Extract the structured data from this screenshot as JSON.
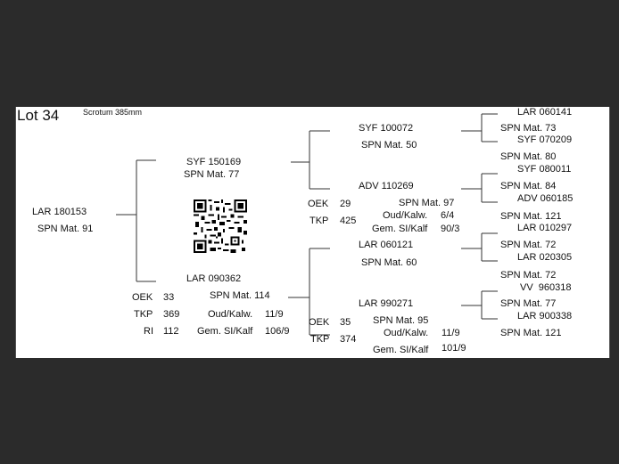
{
  "header": {
    "lot": "Lot 34",
    "scrotum": "Scrotum 385mm"
  },
  "root": {
    "name": "LAR 180153",
    "spn": "SPN Mat. 91"
  },
  "sire": {
    "name": "SYF 150169",
    "spn": "SPN Mat. 77"
  },
  "dam": {
    "name": "LAR 090362",
    "spn": "SPN Mat. 114",
    "oek_label": "OEK",
    "oek": "33",
    "tkp_label": "TKP",
    "tkp": "369",
    "ri_label": "RI",
    "ri": "112",
    "oud_label": "Oud/Kalw.",
    "oud": "11/9",
    "gem_label": "Gem. SI/Kalf",
    "gem": "106/9"
  },
  "ss": {
    "name": "SYF 100072",
    "spn": "SPN Mat. 50"
  },
  "sd": {
    "name": "ADV 110269",
    "spn": "SPN Mat. 97",
    "oek_label": "OEK",
    "oek": "29",
    "tkp_label": "TKP",
    "tkp": "425",
    "oud_label": "Oud/Kalw.",
    "oud": "6/4",
    "gem_label": "Gem. SI/Kalf",
    "gem": "90/3"
  },
  "ds": {
    "name": "LAR 060121",
    "spn": "SPN Mat. 60"
  },
  "dd": {
    "name": "LAR 990271",
    "spn": "SPN Mat. 95",
    "oek_label": "OEK",
    "oek": "35",
    "tkp_label": "TKP",
    "tkp": "374",
    "oud_label": "Oud/Kalw.",
    "oud": "11/9",
    "gem_label": "Gem. SI/Kalf",
    "gem": "101/9"
  },
  "gen4": [
    {
      "name": "LAR 060141"
    },
    {
      "spn": "SPN Mat. 73"
    },
    {
      "name": "SYF 070209"
    },
    {
      "spn": "SPN Mat. 80"
    },
    {
      "name": "SYF 080011"
    },
    {
      "spn": "SPN Mat. 84"
    },
    {
      "name": "ADV 060185"
    },
    {
      "spn": "SPN Mat. 121"
    },
    {
      "name": "LAR 010297"
    },
    {
      "spn": "SPN Mat. 72"
    },
    {
      "name": "LAR 020305"
    },
    {
      "spn": "SPN Mat. 72"
    },
    {
      "name": "VV  960318"
    },
    {
      "spn": "SPN Mat. 77"
    },
    {
      "name": "LAR 900338"
    },
    {
      "spn": "SPN Mat. 121"
    }
  ]
}
